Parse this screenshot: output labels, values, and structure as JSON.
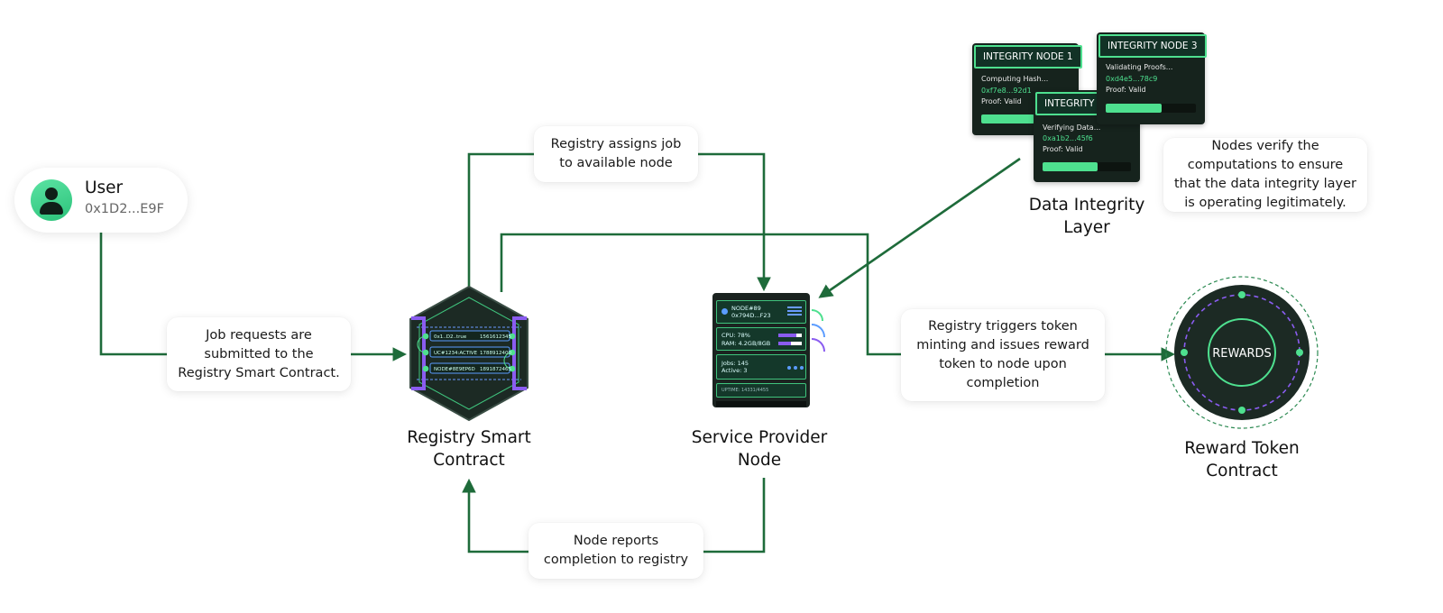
{
  "user": {
    "name": "User",
    "address": "0x1D2...E9F"
  },
  "steps": {
    "submit": "Job requests are submitted to the Registry Smart Contract.",
    "assign": "Registry assigns job to available node",
    "report": "Node reports completion to registry",
    "reward": "Registry triggers token minting and issues reward token to node upon completion",
    "verify": "Nodes verify the computations to ensure that the data integrity layer is operating legitimately."
  },
  "components": {
    "registry": "Registry Smart Contract",
    "service_node": "Service Provider Node",
    "integrity_layer": "Data Integrity Layer",
    "reward_contract": "Reward Token Contract"
  },
  "registry_entries": [
    {
      "id": "0x1..D2..true",
      "value": "1561612345"
    },
    {
      "id": "UC#1234:ACTIVE",
      "value": "1788912400"
    },
    {
      "id": "NODE#8E9EP6D",
      "value": "1891872465"
    }
  ],
  "server": {
    "node_id": "NODE#89",
    "node_addr": "0x794D...F23",
    "cpu": "CPU: 78%",
    "cpu_level": 0.78,
    "ram": "RAM: 4.2GB/8GB",
    "ram_level": 0.52,
    "jobs": "Jobs: 145",
    "active": "Active: 3",
    "uptime": "UPTIME: 14331/4455"
  },
  "integrity_nodes": [
    {
      "title": "INTEGRITY NODE 1",
      "status": "Computing Hash...",
      "hash": "0xf7e8...92d1",
      "proof": "Proof: Valid",
      "progress": 0.6
    },
    {
      "title": "INTEGRITY NODE 2",
      "status": "Verifying Data...",
      "hash": "0xa1b2...45f6",
      "proof": "Proof: Valid",
      "progress": 0.62
    },
    {
      "title": "INTEGRITY NODE 3",
      "status": "Validating Proofs...",
      "hash": "0xd4e5...78c9",
      "proof": "Proof: Valid",
      "progress": 0.62
    }
  ],
  "reward_token": {
    "label": "REWARDS"
  },
  "colors": {
    "wire": "#1e6b3a",
    "accent_green": "#4ee08f",
    "dark_panel": "#16231d",
    "purple": "#8a5cf0"
  }
}
